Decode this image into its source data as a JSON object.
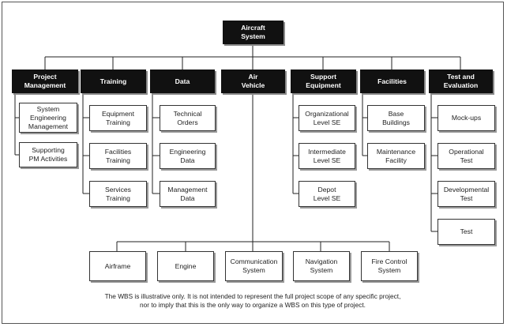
{
  "root": {
    "label": "Aircraft\nSystem"
  },
  "categories": [
    {
      "id": "pm",
      "label": "Project\nManagement",
      "children": [
        "System\nEngineering\nManagement",
        "Supporting\nPM Activities"
      ]
    },
    {
      "id": "training",
      "label": "Training",
      "children": [
        "Equipment\nTraining",
        "Facilities\nTraining",
        "Services\nTraining"
      ]
    },
    {
      "id": "data",
      "label": "Data",
      "children": [
        "Technical\nOrders",
        "Engineering\nData",
        "Management\nData"
      ]
    },
    {
      "id": "air-vehicle",
      "label": "Air\nVehicle",
      "children": []
    },
    {
      "id": "support",
      "label": "Support\nEquipment",
      "children": [
        "Organizational\nLevel SE",
        "Intermediate\nLevel SE",
        "Depot\nLevel SE"
      ]
    },
    {
      "id": "facilities",
      "label": "Facilities",
      "children": [
        "Base\nBuildings",
        "Maintenance\nFacility"
      ]
    },
    {
      "id": "test",
      "label": "Test and\nEvaluation",
      "children": [
        "Mock-ups",
        "Operational\nTest",
        "Developmental\nTest",
        "Test"
      ]
    }
  ],
  "air_vehicle_children": [
    "Airframe",
    "Engine",
    "Communication\nSystem",
    "Navigation\nSystem",
    "Fire Control\nSystem"
  ],
  "note": "The WBS is illustrative only. It is not intended to represent the full project scope of any specific project,\nnor to imply that this is the only way to organize a WBS on this type of project."
}
